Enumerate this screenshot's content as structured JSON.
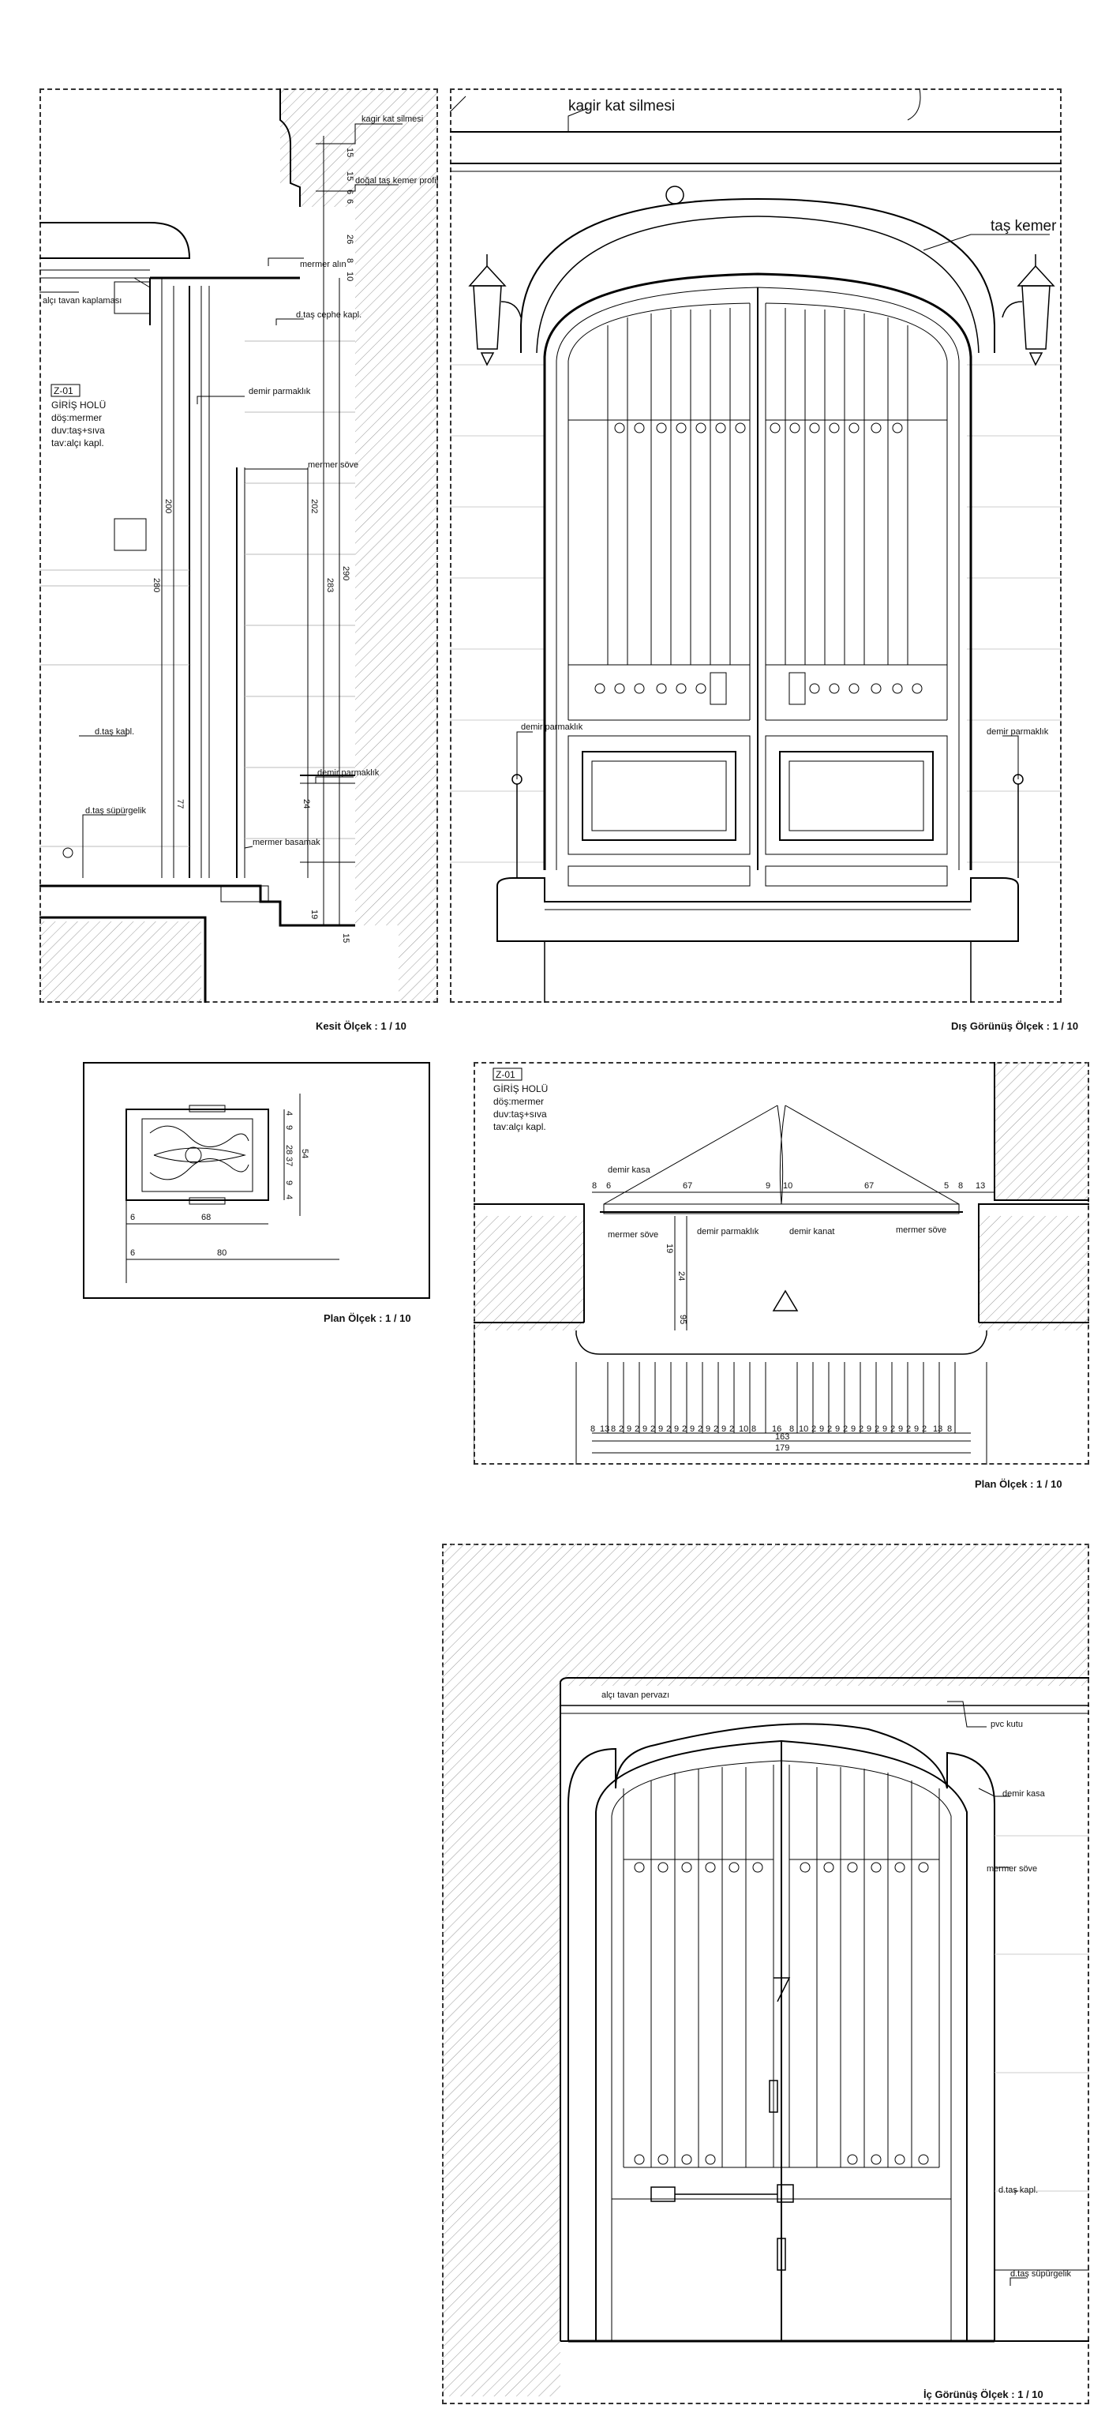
{
  "captions": {
    "section": "Kesit Ölçek : 1 / 10",
    "exterior": "Dış Görünüş Ölçek : 1 / 10",
    "plan_small": "Plan Ölçek : 1 / 10",
    "plan_large": "Plan Ölçek : 1 / 10",
    "interior": "İç Görünüş Ölçek : 1 / 10"
  },
  "room_tag": {
    "code": "Z-01",
    "name": "GİRİŞ HOLÜ",
    "floor": "döş:mermer",
    "wall": "duv:taş+sıva",
    "ceiling": "tav:alçı kapl."
  },
  "section_labels": {
    "kagir": "kagir kat silmesi",
    "dogal": "doğal taş kemer profili",
    "alci": "alçı tavan kaplaması",
    "alin": "mermer alın",
    "cephe": "d.taş cephe kapl.",
    "parmaklik1": "demir parmaklık",
    "sove": "mermer söve",
    "taskapl": "d.taş kapl.",
    "parmaklik2": "demir parmaklık",
    "supurgelik": "d.taş süpürgelik",
    "basamak": "mermer basamak"
  },
  "section_dims": [
    "15",
    "15",
    "6",
    "6",
    "26",
    "8",
    "10",
    "200",
    "202",
    "280",
    "283",
    "290",
    "77",
    "24",
    "19",
    "15"
  ],
  "exterior_labels": {
    "kagir": "kagir kat silmesi",
    "kemer": "taş kemer",
    "parmaklik_left": "demir parmaklık",
    "parmaklik_right": "demir parmaklık"
  },
  "plan_small_dims": [
    "4",
    "9",
    "28",
    "37",
    "54",
    "9",
    "4",
    "6",
    "68",
    "80",
    "6"
  ],
  "plan_large_labels": {
    "kasa": "demir kasa",
    "sove_left": "mermer söve",
    "parmaklik": "demir parmaklık",
    "kanat": "demir kanat",
    "sove_right": "mermer söve"
  },
  "plan_large_top_dims": [
    "8",
    "6",
    "67",
    "9",
    "10",
    "67",
    "5",
    "8",
    "13"
  ],
  "plan_large_vert_dims": [
    "19",
    "24",
    "95"
  ],
  "plan_large_bottom_dims": [
    "8",
    "13",
    "8",
    "2",
    "9",
    "2",
    "9",
    "2",
    "9",
    "2",
    "9",
    "2",
    "9",
    "2",
    "9",
    "2",
    "9",
    "2",
    "10",
    "8",
    "16",
    "8",
    "10",
    "2",
    "9",
    "2",
    "9",
    "2",
    "9",
    "2",
    "9",
    "2",
    "9",
    "2",
    "9",
    "2",
    "9",
    "2",
    "13",
    "8"
  ],
  "plan_large_totals": [
    "163",
    "179"
  ],
  "interior_labels": {
    "pervaz": "alçı tavan pervazı",
    "pvc": "pvc kutu",
    "kasa": "demir kasa",
    "sove": "mermer söve",
    "taskapl": "d.taş kapl.",
    "supurgelik": "d.taş süpürgelik"
  }
}
